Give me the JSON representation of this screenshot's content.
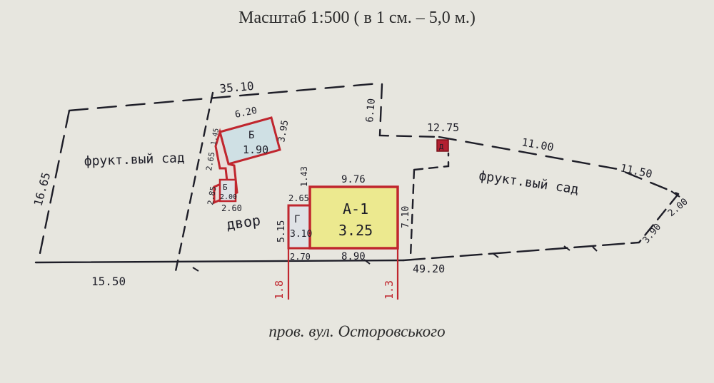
{
  "title": "Масштаб 1:500 ( в 1 см. – 5,0 м.)",
  "street": "пров. вул. Осторовського",
  "colors": {
    "outline_red": "#c0262e",
    "building_yellow": "#ece98f",
    "building_blue": "#cfe0e4",
    "ink": "#1e1e28",
    "paper": "#e7e6df"
  },
  "area_labels": {
    "garden_left": "фрукт.вый сад",
    "garden_right": "фрукт.вый сад",
    "yard": "двор"
  },
  "buildings": {
    "a1_name": "А-1",
    "a1_height": "3.25",
    "b_name": "Б",
    "b_height": "1.90",
    "c_name": "Г",
    "c_height": "3.10",
    "small_label": "Б",
    "small_height": "2.00",
    "tiny_label": "Д"
  },
  "dimensions": {
    "top_left": "35.10",
    "left_side": "16.65",
    "bottom_left": "15.50",
    "top_jog": "6.10",
    "top_mid": "12.75",
    "top_right1": "11.00",
    "top_right2": "11.50",
    "right_end1": "2.00",
    "right_end2": "3.90",
    "bottom_right": "49.20",
    "b_width": "6.20",
    "b_depth": "3.95",
    "ext_width": "2.60",
    "ext_depth1": "2.85",
    "ext_depth2": "2.65",
    "ext_depth3": "1.45",
    "a1_width": "9.76",
    "a1_base": "8.90",
    "a1_depth_right": "7.10",
    "a1_depth_left": "5.15",
    "c_base": "2.70",
    "c_width": "2.65",
    "c_top_offset": "1.43",
    "front_left": "1.8",
    "front_right": "1.3"
  }
}
